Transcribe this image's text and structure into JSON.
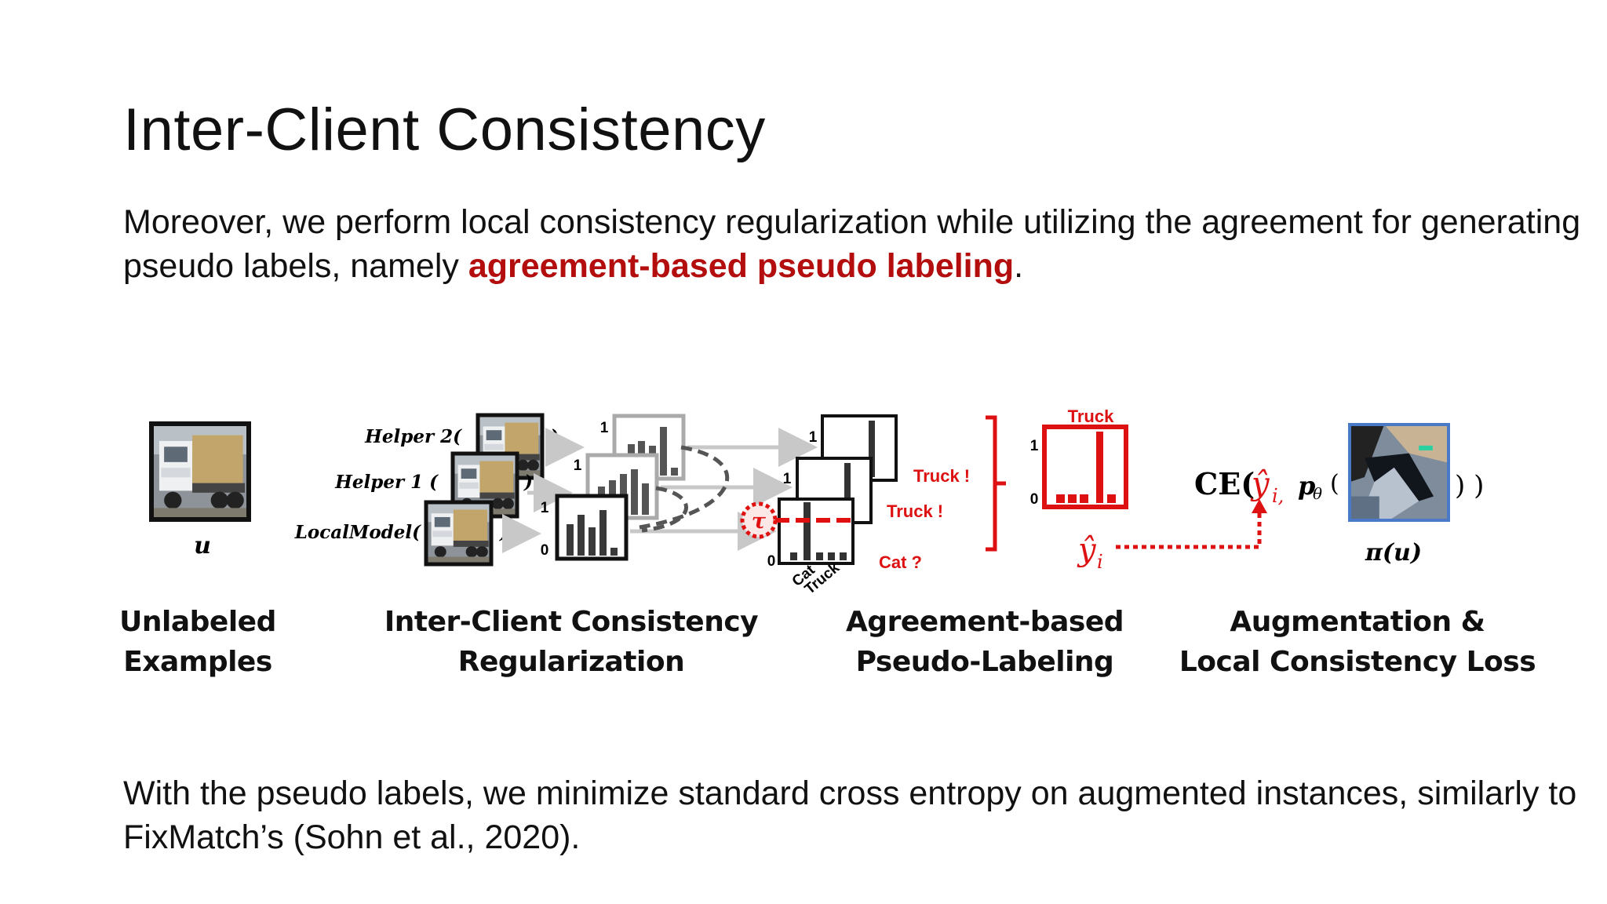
{
  "slide": {
    "title": "Inter-Client Consistency",
    "para1_before": "Moreover, we perform local consistency regularization while utilizing the agreement for generating pseudo labels, namely ",
    "para1_highlight": "agreement-based pseudo labeling",
    "para1_after": ".",
    "para2": "With the pseudo labels, we minimize standard cross entropy on augmented instances, similarly to FixMatch’s (Sohn et al., 2020).",
    "colors": {
      "highlight": "#b30d0d",
      "annotation_red": "#dd1111",
      "augment_border": "#4a7ac7"
    }
  },
  "diagram": {
    "unlabeled_symbol": "u",
    "models": [
      {
        "name": "Helper 2(",
        "close": ")"
      },
      {
        "name": "Helper 1 (",
        "close": ")"
      },
      {
        "name": "LocalModel(",
        "close": ")"
      }
    ],
    "axis": {
      "one": "1",
      "zero": "0"
    },
    "tau": "τ",
    "class_labels": [
      "Cat",
      "Truck"
    ],
    "decisions": [
      "Truck !",
      "Truck !",
      "Cat ?"
    ],
    "pseudo_label_title": "Truck",
    "pseudo_label_symbol": "ŷ",
    "pseudo_label_sub": "i",
    "loss": {
      "ce": "CE(",
      "yhat": "ŷ",
      "sub": "i,",
      "p": "p",
      "theta": "θ",
      "open": "(",
      "close": ") )"
    },
    "augmented_symbol": "π(u)"
  },
  "captions": {
    "unlabeled": [
      "Unlabeled",
      "Examples"
    ],
    "inter_client": [
      "Inter-Client Consistency",
      "Regularization"
    ],
    "agreement": [
      "Agreement-based",
      "Pseudo-Labeling"
    ],
    "augmentation": [
      "Augmentation &",
      "Local Consistency Loss"
    ]
  }
}
